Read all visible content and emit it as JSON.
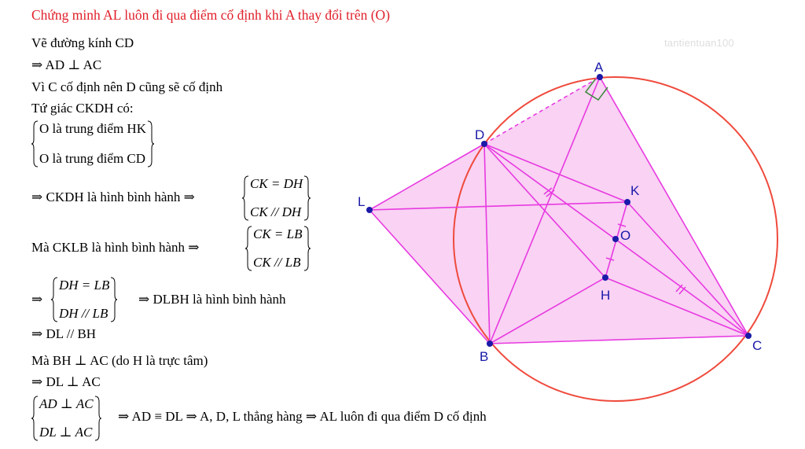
{
  "title": "Chứng minh AL luôn đi qua điểm cố định khi A thay đổi trên (O)",
  "watermark": "tantientuan100",
  "proof": {
    "l1": "Vẽ đường kính CD",
    "l2": "⇒ AD ⊥ AC",
    "l3": "Vì C cố định nên D cũng sẽ cố định",
    "l4": "Tứ giác CKDH có:",
    "sys1": [
      "O là trung điểm HK",
      "O là trung điểm CD"
    ],
    "l5_lead": "⇒ CKDH là hình bình hành ⇒",
    "sys2": [
      "CK = DH",
      "CK // DH"
    ],
    "l6_lead": "Mà CKLB là hình bình hành ⇒",
    "sys3": [
      "CK = LB",
      "CK // LB"
    ],
    "l7_lead": "⇒",
    "sys4": [
      "DH = LB",
      "DH // LB"
    ],
    "l7_tail": "⇒ DLBH là hình bình hành",
    "l8": "⇒ DL // BH",
    "l9": "Mà BH ⊥ AC (do H là trực tâm)",
    "l10": "⇒ DL ⊥ AC",
    "sys5": [
      "AD ⊥ AC",
      "DL ⊥ AC"
    ],
    "l11_tail": "⇒ AD ≡ DL ⇒ A, D, L thẳng hàng ⇒ AL luôn đi qua điểm D cố định"
  },
  "figure": {
    "points": {
      "A": "A",
      "D": "D",
      "K": "K",
      "L": "L",
      "O": "O",
      "H": "H",
      "B": "B",
      "C": "C"
    },
    "colors": {
      "circle": "#ef4a3c",
      "lines": "#e83ae0",
      "fill": "#f9d2f4",
      "points": "#1a1aa8",
      "right_angle": "#3a8a3a"
    }
  }
}
